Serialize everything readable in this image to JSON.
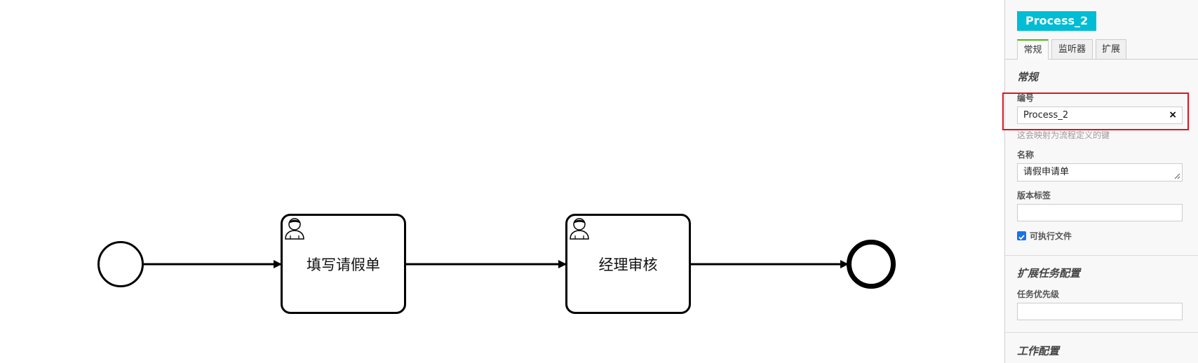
{
  "diagram": {
    "tasks": [
      {
        "label": "填写请假单",
        "icon": "user-icon"
      },
      {
        "label": "经理审核",
        "icon": "user-icon"
      }
    ],
    "start_event": "start-event",
    "end_event": "end-event"
  },
  "panel": {
    "process_badge": "Process_2",
    "tabs": [
      {
        "label": "常规",
        "active": true
      },
      {
        "label": "监听器",
        "active": false
      },
      {
        "label": "扩展",
        "active": false
      }
    ],
    "general": {
      "group_title": "常规",
      "id_label": "编号",
      "id_value": "Process_2",
      "id_hint": "这会映射为流程定义的键",
      "name_label": "名称",
      "name_value": "请假申请单",
      "version_label": "版本标签",
      "version_value": "",
      "executable_label": "可执行文件",
      "executable_checked": true
    },
    "ext_task": {
      "group_title": "扩展任务配置",
      "priority_label": "任务优先级",
      "priority_value": ""
    },
    "work": {
      "group_title": "工作配置"
    }
  },
  "colors": {
    "accent": "#00bcd4",
    "tab_active": "#52b415",
    "highlight": "#e0141e",
    "checkbox": "#1a73e8"
  }
}
